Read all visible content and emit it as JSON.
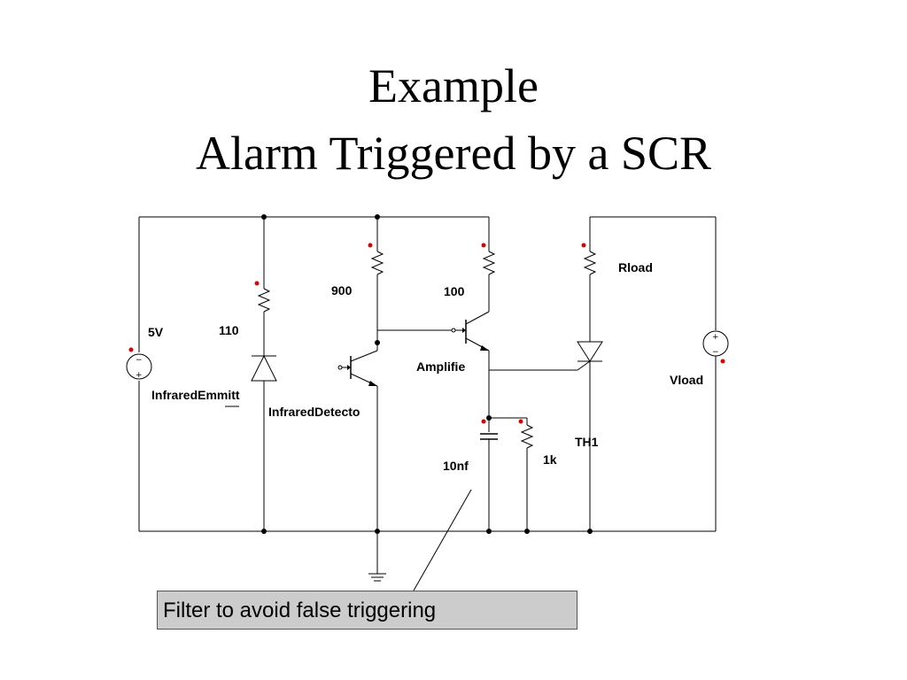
{
  "slide": {
    "title_line1": "Example",
    "title_line2": "Alarm Triggered by a SCR"
  },
  "circuit": {
    "labels": {
      "source_5v": "5V",
      "r_110": "110",
      "emitter": "InfraredEmmitt",
      "r_900": "900",
      "detector": "InfraredDetecto",
      "r_100": "100",
      "amplifier": "Amplifie",
      "cap": "10nf",
      "r_1k": "1k",
      "scr": "TH1",
      "rload": "Rload",
      "vload": "Vload"
    }
  },
  "callout": {
    "text": "Filter to avoid false triggering"
  },
  "colors": {
    "pin": "#e00000",
    "callout_bg": "#cccccc"
  }
}
